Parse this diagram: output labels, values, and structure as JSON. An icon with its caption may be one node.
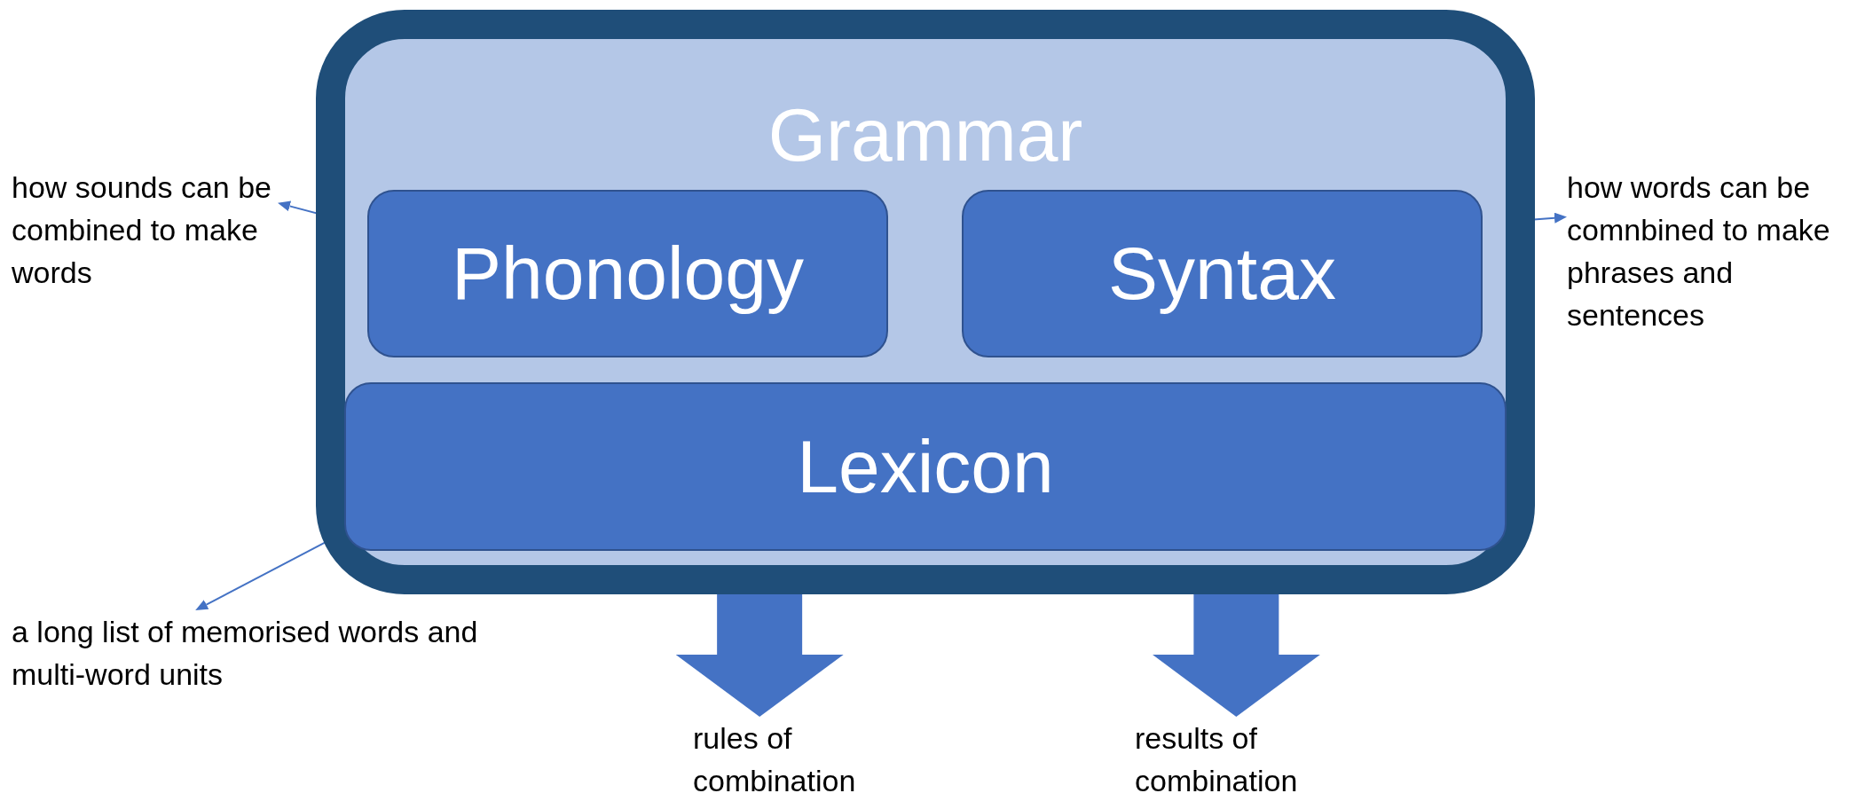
{
  "diagram": {
    "nodes": [
      {
        "text": [
          "Grammar"
        ]
      },
      {
        "text": [
          "Phonology"
        ],
        "in": 0
      },
      {
        "text": [
          "Syntax"
        ],
        "in": 0
      },
      {
        "text": [
          "Lexicon"
        ],
        "in": 0
      },
      {
        "text": [
          "how sounds can be combined to make words"
        ]
      },
      {
        "text": [
          "how words can be comnbined to make phrases and sentences"
        ]
      },
      {
        "text": [
          "a long list of memorised words and multi-word units"
        ]
      },
      {
        "text": [
          "rules of combination"
        ]
      },
      {
        "text": [
          "results of combination"
        ]
      }
    ],
    "edges": [
      {
        "from": 1,
        "to": 4,
        "arrow": "to"
      },
      {
        "from": 2,
        "to": 5,
        "arrow": "to"
      },
      {
        "from": 3,
        "to": 6,
        "arrow": "to"
      },
      {
        "from": 0,
        "to": 7,
        "arrow": "to",
        "style": "thick"
      },
      {
        "from": 0,
        "to": 8,
        "arrow": "to",
        "style": "thick"
      }
    ]
  }
}
